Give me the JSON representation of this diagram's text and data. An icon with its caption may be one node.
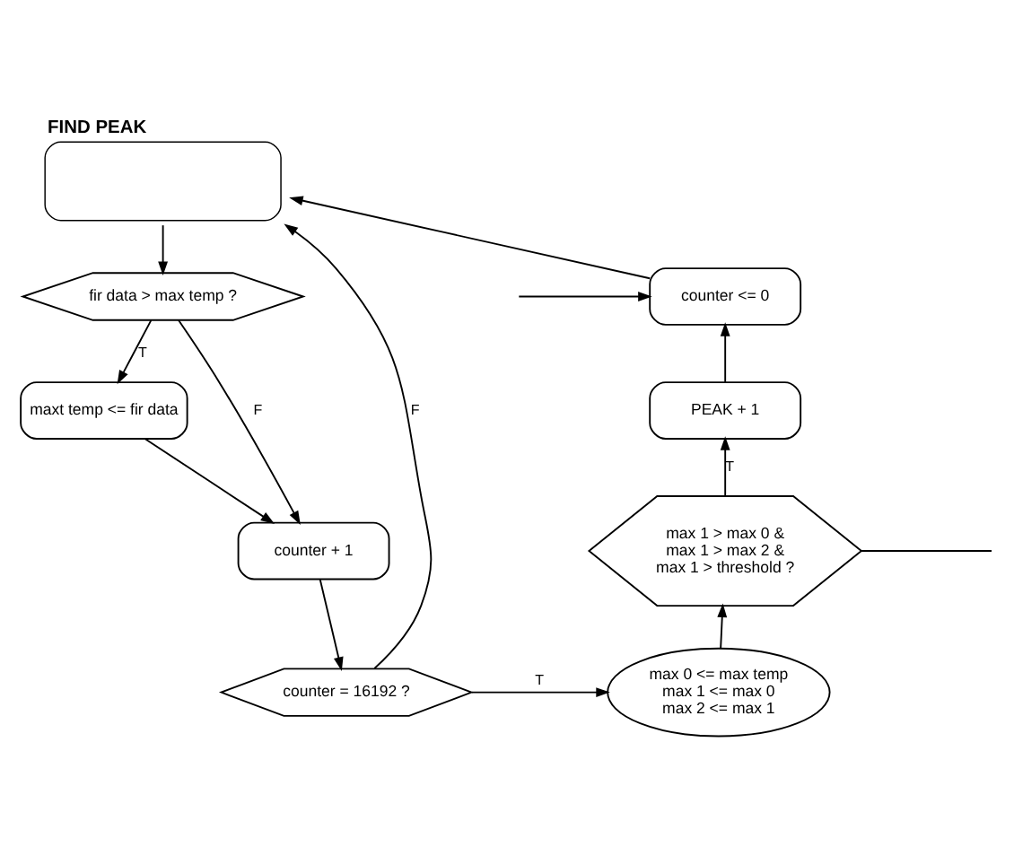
{
  "diagram": {
    "nodes": [
      {
        "text": [
          "FIND PEAK"
        ]
      },
      {
        "text": [
          "fir data > max temp ?"
        ]
      },
      {
        "text": [
          "maxt temp <= fir data"
        ]
      },
      {
        "text": [
          "counter + 1"
        ]
      },
      {
        "text": [
          "counter = 16192 ?"
        ]
      },
      {
        "text": [
          "max 0 <= max temp max 1 <= max 0 max 2 <= max 1"
        ]
      },
      {
        "text": [
          "max 1 > max 0 & max 1 > max 2 & max 1 > threshold ?"
        ]
      },
      {
        "text": [
          "PEAK + 1"
        ]
      },
      {
        "text": [
          "counter <= 0"
        ]
      }
    ],
    "edges": [
      {
        "from": 0,
        "to": 1,
        "arrow": "to"
      },
      {
        "from": 1,
        "to": 2,
        "arrow": "to",
        "label": "T"
      },
      {
        "from": 1,
        "to": 3,
        "arrow": "to",
        "label": "F"
      },
      {
        "from": 2,
        "to": 3,
        "arrow": "to"
      },
      {
        "from": 3,
        "to": 4,
        "arrow": "to"
      },
      {
        "from": 4,
        "to": 0,
        "arrow": "to",
        "label": "F"
      },
      {
        "from": 4,
        "to": 5,
        "arrow": "to",
        "label": "T"
      },
      {
        "from": 5,
        "to": 6,
        "arrow": "to"
      },
      {
        "from": 6,
        "to": 7,
        "arrow": "to",
        "label": "T"
      },
      {
        "from": 7,
        "to": 8,
        "arrow": "to"
      },
      {
        "from": 8,
        "to": 0,
        "arrow": "to"
      },
      {
        "from": 6,
        "to": null,
        "arrow": "none"
      },
      {
        "from": null,
        "to": 8,
        "arrow": "to"
      }
    ]
  }
}
